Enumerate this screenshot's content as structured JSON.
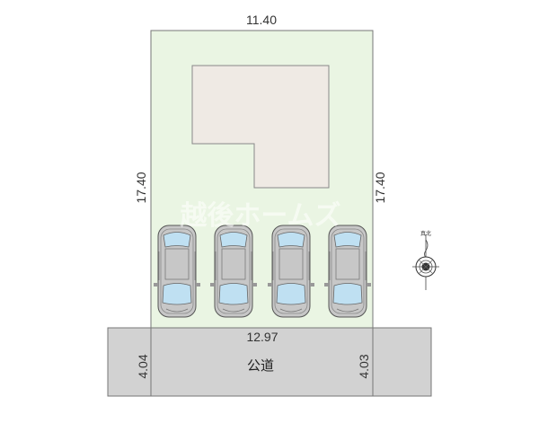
{
  "site": {
    "top_width": "11.40",
    "left_depth": "17.40",
    "right_depth": "17.40",
    "frontage": "12.97",
    "road_width_left": "4.04",
    "road_width_right": "4.03",
    "road_label": "公道"
  },
  "parking": {
    "car_count": 4
  },
  "north_arrow": {
    "label": "真北"
  },
  "watermark": "越後ホームズ",
  "colors": {
    "lot": "#eaf5e3",
    "building": "#efeae4",
    "road": "#d2d2d2",
    "car_body": "#c7c7c7",
    "glass": "#bfe0f2"
  }
}
